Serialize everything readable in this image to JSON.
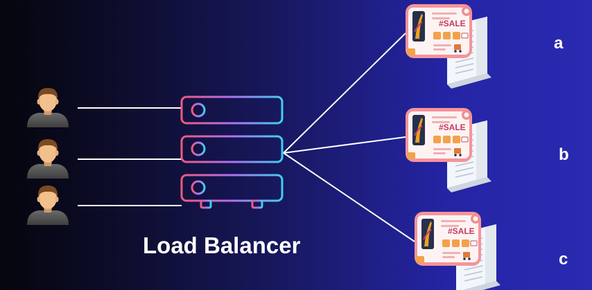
{
  "title": "Load Balancer",
  "servers": [
    {
      "label": "a",
      "sale_text": "#SALE"
    },
    {
      "label": "b",
      "sale_text": "#SALE"
    },
    {
      "label": "c",
      "sale_text": "#SALE"
    }
  ],
  "users": [
    "user-1",
    "user-2",
    "user-3"
  ],
  "icons": [
    "user-avatar-icon",
    "load-balancer-icon",
    "web-server-icon"
  ],
  "colors": {
    "line": "#ffffff",
    "lb_gradient_start": "#f05a7e",
    "lb_gradient_mid": "#b070f0",
    "lb_gradient_end": "#3fd0f0",
    "background_left": "#05050d",
    "background_right": "#2a2ab2"
  }
}
